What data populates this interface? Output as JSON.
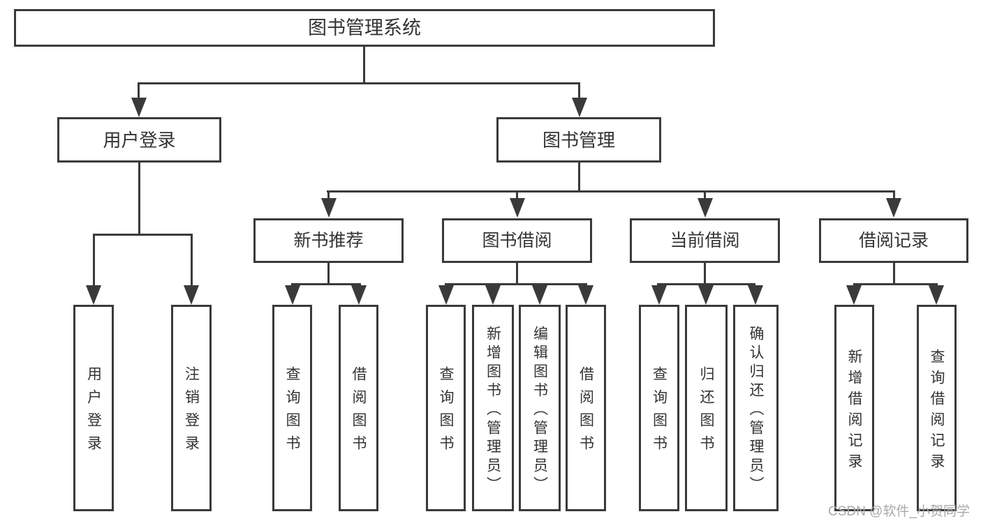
{
  "nodes": {
    "root": {
      "label": "图书管理系统"
    },
    "level2": [
      {
        "label": "用户登录"
      },
      {
        "label": "图书管理"
      }
    ],
    "level3": [
      {
        "label": "新书推荐"
      },
      {
        "label": "图书借阅"
      },
      {
        "label": "当前借阅"
      },
      {
        "label": "借阅记录"
      }
    ],
    "leaves": [
      {
        "label": "用户登录"
      },
      {
        "label": "注销登录"
      },
      {
        "label": "查询图书"
      },
      {
        "label": "借阅图书"
      },
      {
        "label": "查询图书"
      },
      {
        "label": "新增图书（管理员）"
      },
      {
        "label": "编辑图书（管理员）"
      },
      {
        "label": "借阅图书"
      },
      {
        "label": "查询图书"
      },
      {
        "label": "归还图书"
      },
      {
        "label": "确认归还（管理员）"
      },
      {
        "label": "新增借阅记录"
      },
      {
        "label": "查询借阅记录"
      }
    ]
  },
  "colors": {
    "line": "#3a3a3a",
    "text": "#333333",
    "background": "#ffffff",
    "watermark": "#a9a9a9"
  },
  "watermark": {
    "text": "CSDN @软件_小贺同学"
  }
}
